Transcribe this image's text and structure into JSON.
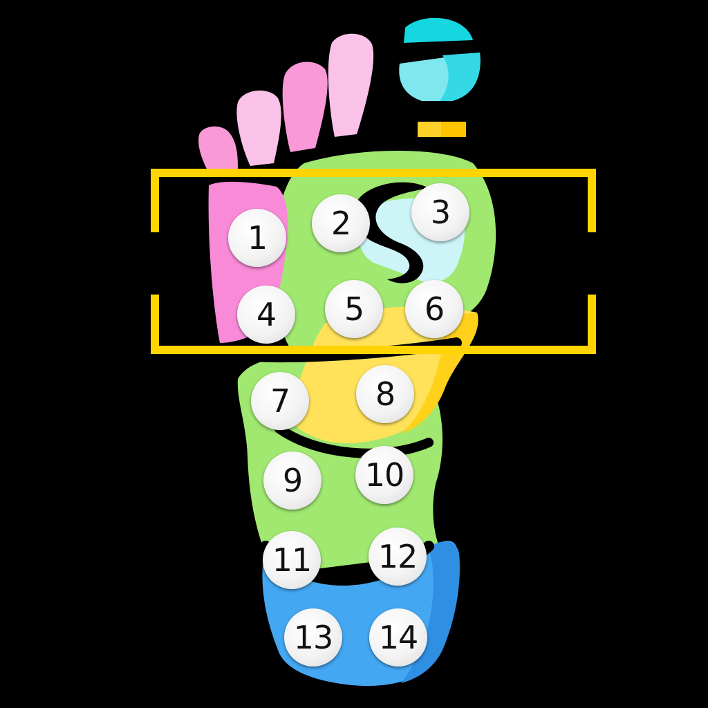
{
  "colors": {
    "background": "#000000",
    "toes": "#f999d8",
    "toe_light": "#fbc2e9",
    "big_toe_cyan": "#7ee8ee",
    "big_toe_teal": "#16d7e1",
    "big_toe_neck": "#ffd22a",
    "sole_green": "#a0e870",
    "sole_green_dark": "#79c84a",
    "arch_yellow": "#ffe25a",
    "arch_yellow_dark": "#ffd11a",
    "inner_cyan": "#cdf5f8",
    "heel_blue": "#44a7f2",
    "heel_blue_dark": "#2f8fe2",
    "pink_strip": "#f88ad8",
    "scan_frame": "#ffd400",
    "marker_bg": "#f4f4f4",
    "marker_text": "#111111"
  },
  "markers": [
    {
      "label": "1"
    },
    {
      "label": "2"
    },
    {
      "label": "3"
    },
    {
      "label": "4"
    },
    {
      "label": "5"
    },
    {
      "label": "6"
    },
    {
      "label": "7"
    },
    {
      "label": "8"
    },
    {
      "label": "9"
    },
    {
      "label": "10"
    },
    {
      "label": "11"
    },
    {
      "label": "12"
    },
    {
      "label": "13"
    },
    {
      "label": "14"
    }
  ]
}
